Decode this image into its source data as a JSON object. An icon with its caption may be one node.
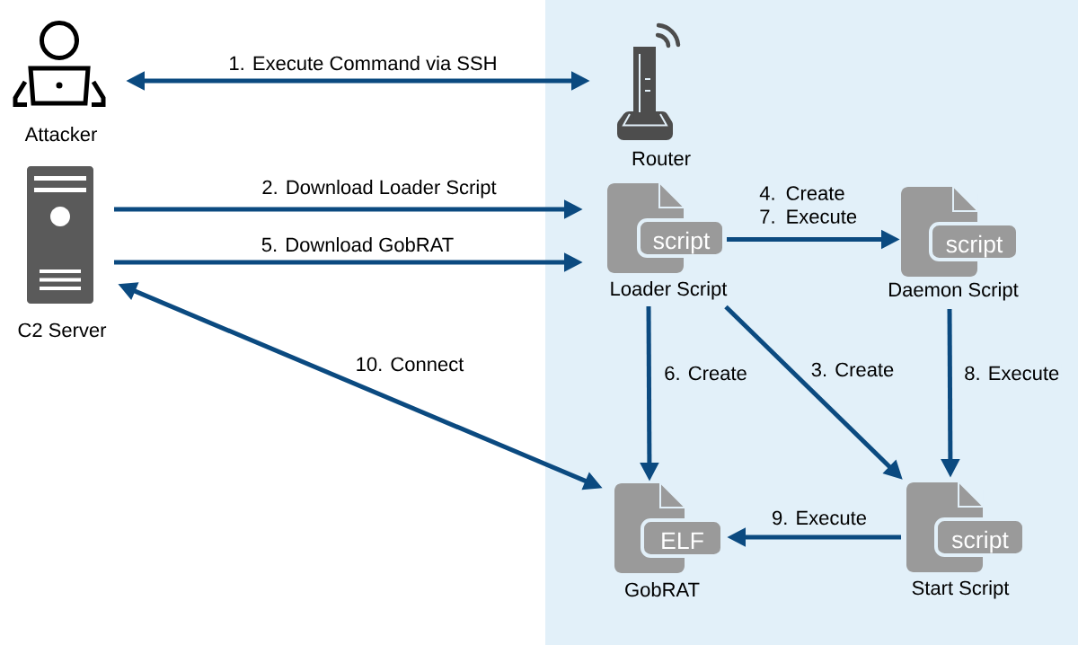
{
  "diagram": {
    "nodes": [
      {
        "text": [
          "Attacker"
        ]
      },
      {
        "text": [
          "Router"
        ]
      },
      {
        "text": [
          "C2 Server"
        ]
      },
      {
        "text": [
          "script",
          "Loader Script"
        ]
      },
      {
        "text": [
          "script",
          "Daemon Script"
        ]
      },
      {
        "text": [
          "ELF",
          "GobRAT"
        ]
      },
      {
        "text": [
          "script",
          "Start Script"
        ]
      }
    ],
    "edges": [
      {
        "from": 0,
        "to": 1,
        "arrow": "both",
        "label": "1. Execute Command via SSH"
      },
      {
        "from": 2,
        "to": 3,
        "arrow": "to",
        "label": "2. Download Loader Script"
      },
      {
        "from": 2,
        "to": 3,
        "arrow": "to",
        "label": "5. Download GobRAT"
      },
      {
        "from": 3,
        "to": 4,
        "arrow": "to",
        "label": "4. Create 7. Execute"
      },
      {
        "from": 3,
        "to": 5,
        "arrow": "to",
        "label": "6. Create"
      },
      {
        "from": 3,
        "to": 6,
        "arrow": "to",
        "label": "3. Create"
      },
      {
        "from": 4,
        "to": 6,
        "arrow": "to",
        "label": "8. Execute"
      },
      {
        "from": 6,
        "to": 5,
        "arrow": "to",
        "label": "9. Execute"
      },
      {
        "from": 2,
        "to": 5,
        "arrow": "both",
        "label": "10. Connect"
      }
    ]
  }
}
